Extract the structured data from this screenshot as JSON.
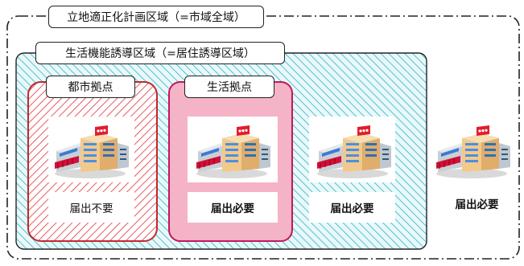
{
  "areas": {
    "plan_area": {
      "label": "立地適正化計画区域（=市域全域）"
    },
    "residential_area": {
      "label": "生活機能誘導区域（=居住誘導区域）"
    },
    "city_hub": {
      "label": "都市拠点",
      "notice": "届出不要"
    },
    "life_hub": {
      "label": "生活拠点",
      "notice": "届出必要"
    },
    "inside_residential": {
      "notice": "届出必要"
    },
    "outside": {
      "notice": "届出必要"
    }
  },
  "icons": [
    "building-icon",
    "building-icon",
    "building-icon",
    "building-icon"
  ],
  "colors": {
    "border": "#222222",
    "teal_hatch": "#29b6c6",
    "teal_fill": "#e6f7f9",
    "red_hatch": "#e0303a",
    "pink_fill": "#f4b3c6",
    "pink_border": "#c2185b"
  }
}
